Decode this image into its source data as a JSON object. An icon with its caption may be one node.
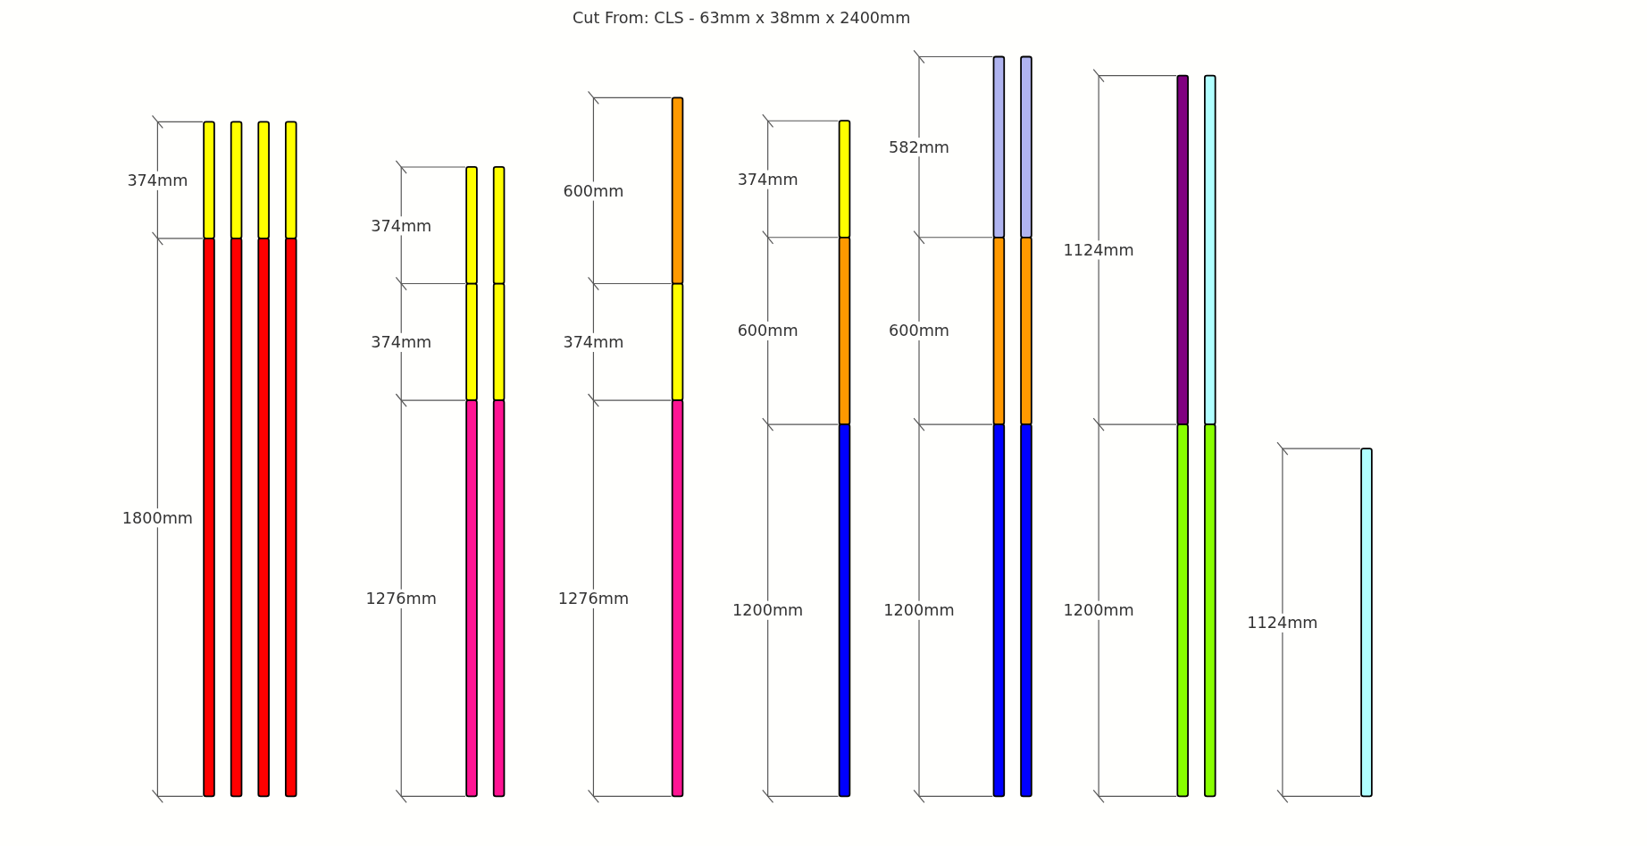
{
  "diagram": {
    "title": "Cut From: CLS - 63mm x 38mm x 2400mm",
    "labels": [
      "374mm",
      "1800mm",
      "374mm",
      "374mm",
      "1276mm",
      "600mm",
      "374mm",
      "1276mm",
      "374mm",
      "600mm",
      "1200mm",
      "582mm",
      "600mm",
      "1200mm",
      "1124mm",
      "1200mm",
      "1124mm"
    ]
  }
}
